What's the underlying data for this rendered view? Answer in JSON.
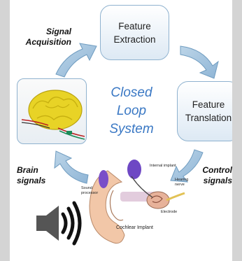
{
  "nodes": {
    "feature_extraction": "Feature\nExtraction",
    "feature_translation": "Feature\nTranslation"
  },
  "edge_labels": {
    "signal_acquisition": "Signal\nAcquisition",
    "control_signals": "Control\nsignals",
    "brain_signals": "Brain\nsignals"
  },
  "center": {
    "title": "Closed\nLoop\nSystem"
  },
  "cochlear_labels": {
    "internal_implant": "Internal implant",
    "hearing_nerve": "Hearing\nnerve",
    "sound_processor": "Sound\nprocessor",
    "electrode": "Electrode",
    "cochlear_implant": "Cochlear Implant"
  },
  "colors": {
    "arrow": "#9ec0da",
    "arrow_stroke": "#6f9cc0",
    "center_text": "#3a78c4",
    "brain": "#e8d326"
  },
  "icons": [
    "cycle-arrow",
    "brain-model",
    "speaker-icon",
    "cochlear-implant-illustration"
  ]
}
